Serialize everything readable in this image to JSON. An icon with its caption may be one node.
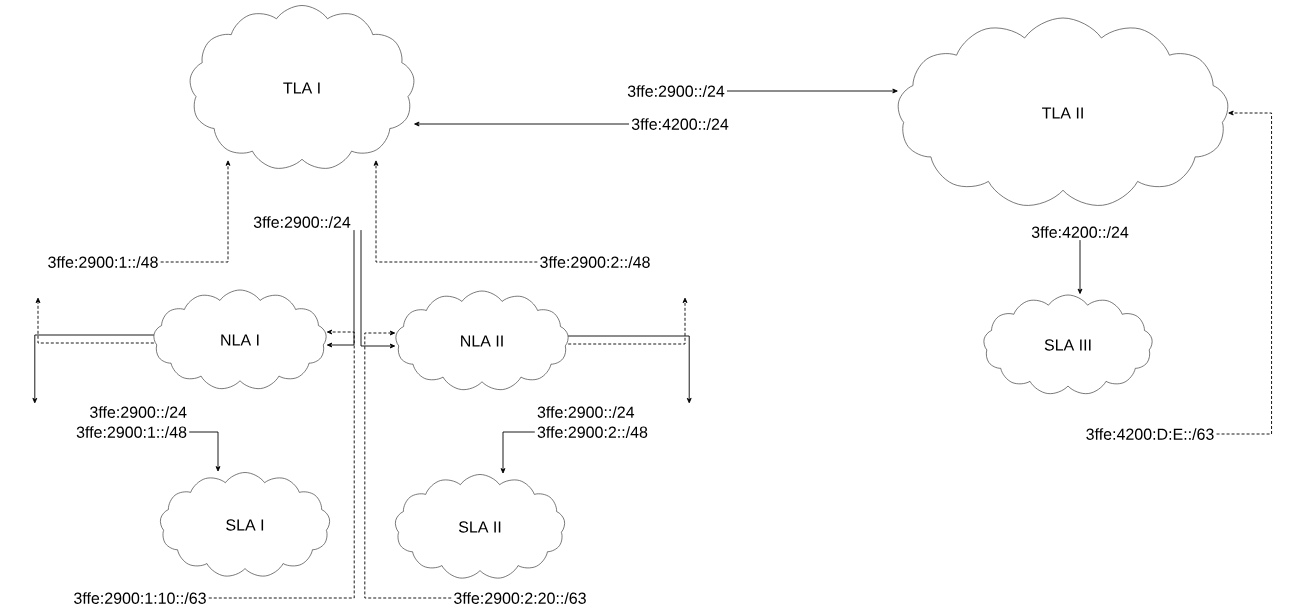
{
  "diagram": {
    "nodes": [
      {
        "text": [
          "TLA I"
        ]
      },
      {
        "text": [
          "TLA II"
        ]
      },
      {
        "text": [
          "NLA I"
        ]
      },
      {
        "text": [
          "NLA II"
        ]
      },
      {
        "text": [
          "SLA I"
        ]
      },
      {
        "text": [
          "SLA II"
        ]
      },
      {
        "text": [
          "SLA III"
        ]
      },
      {
        "text": [
          "3ffe:2900::/24"
        ]
      },
      {
        "text": [
          "3ffe:2900:1::/48"
        ]
      },
      {
        "text": [
          "3ffe:2900:2::/48"
        ]
      },
      {
        "text": [
          "3ffe:2900::/24"
        ]
      },
      {
        "text": [
          "3ffe:4200::/24"
        ]
      },
      {
        "text": [
          "3ffe:4200::/24"
        ]
      },
      {
        "text": [
          "3ffe:4200:D:E::/63"
        ]
      },
      {
        "text": [
          "3ffe:2900::/24",
          "3ffe:2900:1::/48"
        ]
      },
      {
        "text": [
          "3ffe:2900::/24",
          "3ffe:2900:2::/48"
        ]
      },
      {
        "text": [
          "3ffe:2900:1:10::/63"
        ]
      },
      {
        "text": [
          "3ffe:2900:2:20::/63"
        ]
      }
    ],
    "edges": [
      {
        "from": 7,
        "to": 2,
        "arrow": "to"
      },
      {
        "from": 7,
        "to": 3,
        "arrow": "to"
      },
      {
        "from": 8,
        "to": 0,
        "arrow": "to",
        "style": "dashed"
      },
      {
        "from": 9,
        "to": 0,
        "arrow": "to",
        "style": "dashed"
      },
      {
        "from": 10,
        "to": 1,
        "arrow": "to"
      },
      {
        "from": 11,
        "to": 0,
        "arrow": "to"
      },
      {
        "from": 12,
        "to": 6,
        "arrow": "to"
      },
      {
        "from": 13,
        "to": 1,
        "arrow": "to",
        "style": "dashed"
      },
      {
        "from": 2,
        "to": 14,
        "arrow": "to"
      },
      {
        "from": 2,
        "to": null,
        "arrow": "to",
        "style": "dashed"
      },
      {
        "from": 14,
        "to": 4,
        "arrow": "to"
      },
      {
        "from": 3,
        "to": 15,
        "arrow": "to"
      },
      {
        "from": 3,
        "to": null,
        "arrow": "to",
        "style": "dashed"
      },
      {
        "from": 15,
        "to": 5,
        "arrow": "to"
      },
      {
        "from": 16,
        "to": 2,
        "arrow": "to",
        "style": "dashed"
      },
      {
        "from": 17,
        "to": 3,
        "arrow": "to",
        "style": "dashed"
      }
    ]
  }
}
